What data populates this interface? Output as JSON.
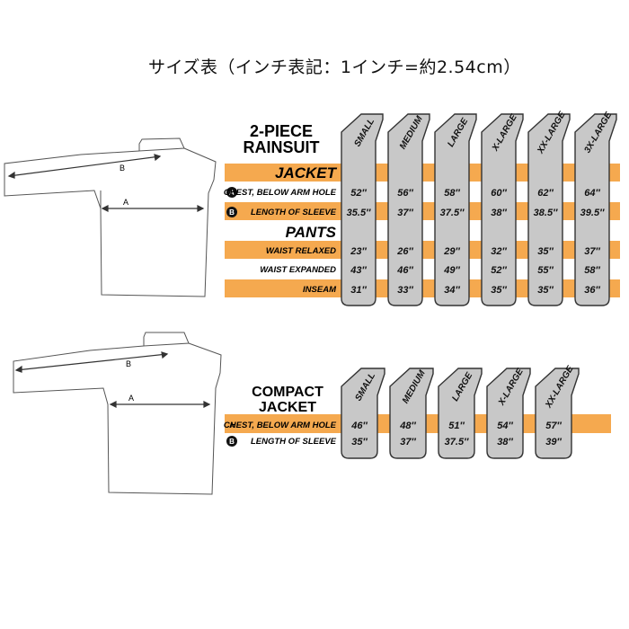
{
  "header": "サイズ表（インチ表記：1インチ=約2.54cm）",
  "colors": {
    "accent": "#f5a94f",
    "tab_fill": "#c8c8c8",
    "tab_stroke": "#333333",
    "ink": "#111111"
  },
  "rainsuit": {
    "title_line1": "2-PIECE",
    "title_line2": "RAINSUIT",
    "sizes": [
      "SMALL",
      "MEDIUM",
      "LARGE",
      "X-LARGE",
      "XX-LARGE",
      "3X-LARGE"
    ],
    "jacket_heading": "JACKET",
    "pants_heading": "PANTS",
    "rows": [
      {
        "marker": "A",
        "label": "CHEST, BELOW ARM HOLE",
        "values": [
          "52″",
          "56″",
          "58″",
          "60″",
          "62″",
          "64″"
        ]
      },
      {
        "marker": "B",
        "label": "LENGTH OF SLEEVE",
        "values": [
          "35.5″",
          "37″",
          "37.5″",
          "38″",
          "38.5″",
          "39.5″"
        ]
      },
      {
        "label": "WAIST RELAXED",
        "values": [
          "23″",
          "26″",
          "29″",
          "32″",
          "35″",
          "37″"
        ]
      },
      {
        "label": "WAIST EXPANDED",
        "values": [
          "43″",
          "46″",
          "49″",
          "52″",
          "55″",
          "58″"
        ]
      },
      {
        "label": "INSEAM",
        "values": [
          "31″",
          "33″",
          "34″",
          "35″",
          "35″",
          "36″"
        ]
      }
    ]
  },
  "compact": {
    "title_line1": "COMPACT",
    "title_line2": "JACKET",
    "sizes": [
      "SMALL",
      "MEDIUM",
      "LARGE",
      "X-LARGE",
      "XX-LARGE"
    ],
    "rows": [
      {
        "marker": "A",
        "label": "CHEST, BELOW ARM HOLE",
        "values": [
          "46″",
          "48″",
          "51″",
          "54″",
          "57″"
        ]
      },
      {
        "marker": "B",
        "label": "LENGTH OF SLEEVE",
        "values": [
          "35″",
          "37″",
          "37.5″",
          "38″",
          "39″"
        ]
      }
    ]
  },
  "diagram": {
    "label_a": "A",
    "label_b": "B"
  }
}
